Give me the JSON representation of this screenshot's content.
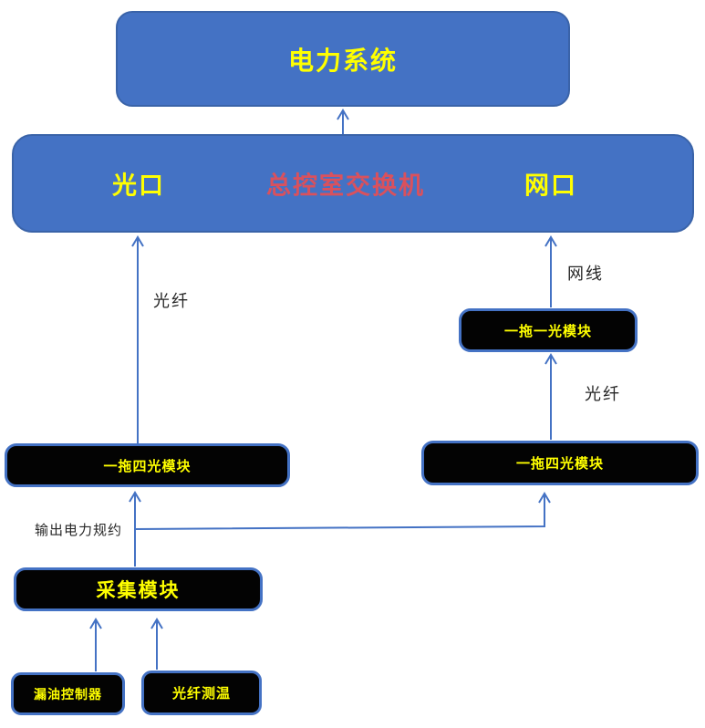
{
  "nodes": {
    "power_system": {
      "label": "电力系统"
    },
    "switch": {
      "title": "总控室交换机",
      "left_port": "光口",
      "right_port": "网口"
    },
    "one_to_one_module": {
      "label": "一拖一光模块"
    },
    "one_to_four_left": {
      "label": "一拖四光模块"
    },
    "one_to_four_right": {
      "label": "一拖四光模块"
    },
    "collector": {
      "label": "采集模块"
    },
    "oil_leak_controller": {
      "label": "漏油控制器"
    },
    "fiber_temperature": {
      "label": "光纤测温"
    }
  },
  "edge_labels": {
    "fiber_left": "光纤",
    "ethernet_cable": "网线",
    "fiber_right": "光纤",
    "power_protocol": "输出电力规约"
  },
  "colors": {
    "box_blue_fill": "#4472c4",
    "box_blue_border": "#3a63a8",
    "box_black_fill": "#030303",
    "black_box_border": "#4472c4",
    "arrow_blue": "#4472c4",
    "text_yellow": "#ffff00",
    "text_red": "#d9515d",
    "edge_label_text": "#262626",
    "background": "#ffffff"
  }
}
